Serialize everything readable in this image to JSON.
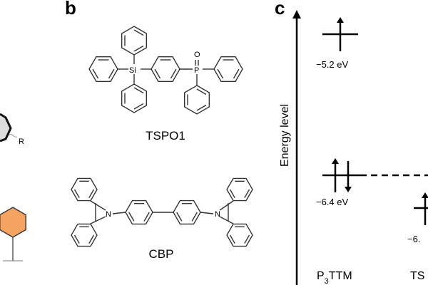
{
  "panel_b": {
    "label": "b",
    "molecules": [
      {
        "name": "TSPO1",
        "atoms": [
          "Si",
          "P",
          "O"
        ]
      },
      {
        "name": "CBP",
        "atoms": [
          "N",
          "N"
        ]
      }
    ]
  },
  "panel_a_fragment": {
    "substituent": "R",
    "highlight_color": "#f4a460"
  },
  "panel_c": {
    "label": "c",
    "axis_label": "Energy level",
    "levels": [
      {
        "value": "−5.2 eV",
        "electrons": "up"
      },
      {
        "value": "−6.4 eV",
        "electrons": "up-down"
      },
      {
        "value": "−6.",
        "electrons": "up"
      }
    ],
    "materials": [
      "P",
      "3",
      "TTM",
      "TS"
    ]
  }
}
